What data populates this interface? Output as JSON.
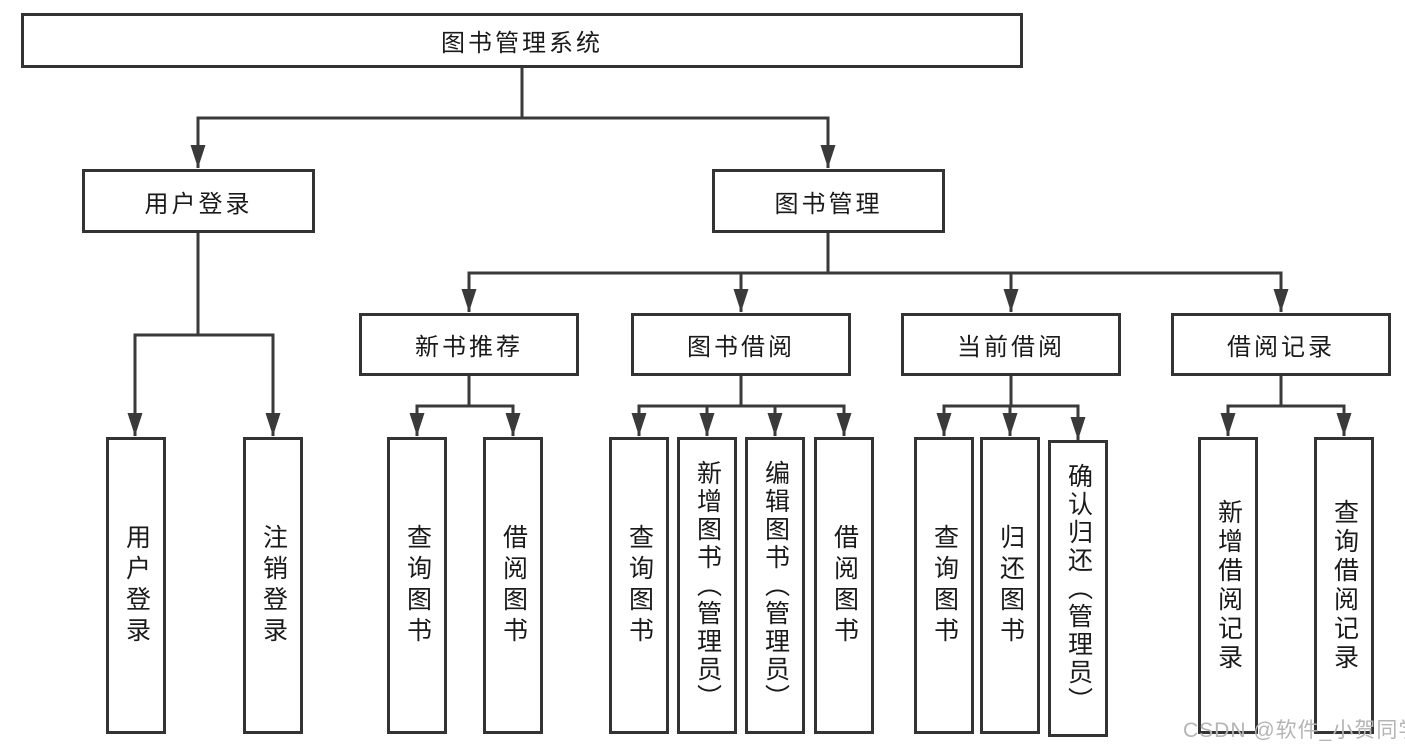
{
  "tree": {
    "root": "图书管理系统",
    "children": [
      {
        "label": "用户登录",
        "children": [
          "用户登录",
          "注销登录"
        ]
      },
      {
        "label": "图书管理",
        "children": [
          {
            "label": "新书推荐",
            "children": [
              "查询图书",
              "借阅图书"
            ]
          },
          {
            "label": "图书借阅",
            "children": [
              "查询图书",
              "新增图书（管理员）",
              "编辑图书（管理员）",
              "借阅图书"
            ]
          },
          {
            "label": "当前借阅",
            "children": [
              "查询图书",
              "归还图书",
              "确认归还（管理员）"
            ]
          },
          {
            "label": "借阅记录",
            "children": [
              "新增借阅记录",
              "查询借阅记录"
            ]
          }
        ]
      }
    ]
  },
  "watermark": {
    "text": "CSDN @软件_小贺同学"
  },
  "colors": {
    "line": "#3a3a3a",
    "box_border": "#333333",
    "text": "#1a1a1a",
    "watermark": "#b5b5b5",
    "background": "#ffffff"
  }
}
